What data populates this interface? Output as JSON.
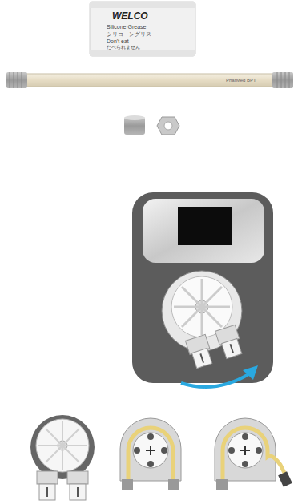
{
  "diagram": {
    "labels": [
      "WELCO",
      "Silicone Grease",
      "シリコーングリス",
      "Don't eat",
      "たべられません",
      "PharMed BPT"
    ]
  }
}
